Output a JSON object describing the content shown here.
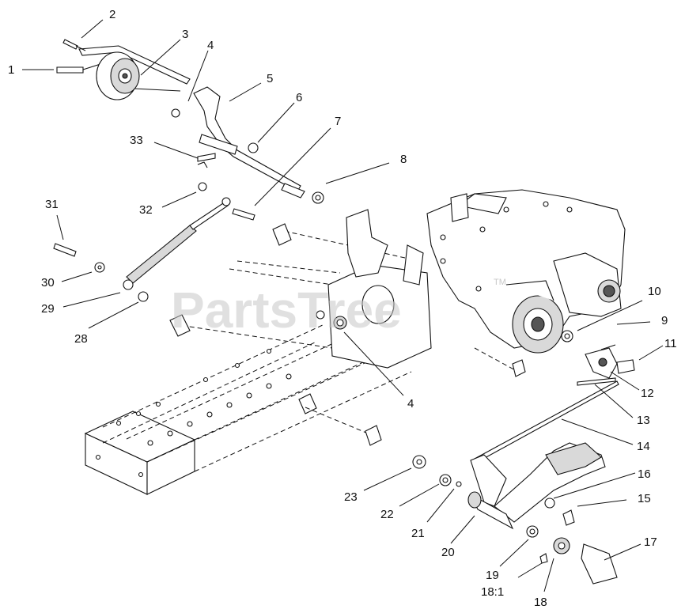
{
  "watermark": {
    "text": "PartsTree",
    "tm": "TM"
  },
  "callouts": [
    {
      "id": "c1",
      "text": "1"
    },
    {
      "id": "c2",
      "text": "2"
    },
    {
      "id": "c3",
      "text": "3"
    },
    {
      "id": "c4a",
      "text": "4"
    },
    {
      "id": "c5",
      "text": "5"
    },
    {
      "id": "c6",
      "text": "6"
    },
    {
      "id": "c7",
      "text": "7"
    },
    {
      "id": "c8",
      "text": "8"
    },
    {
      "id": "c9",
      "text": "9"
    },
    {
      "id": "c10",
      "text": "10"
    },
    {
      "id": "c11",
      "text": "11"
    },
    {
      "id": "c12",
      "text": "12"
    },
    {
      "id": "c13",
      "text": "13"
    },
    {
      "id": "c14",
      "text": "14"
    },
    {
      "id": "c15",
      "text": "15"
    },
    {
      "id": "c16",
      "text": "16"
    },
    {
      "id": "c17",
      "text": "17"
    },
    {
      "id": "c18",
      "text": "18"
    },
    {
      "id": "c181",
      "text": "18:1"
    },
    {
      "id": "c19",
      "text": "19"
    },
    {
      "id": "c20",
      "text": "20"
    },
    {
      "id": "c21",
      "text": "21"
    },
    {
      "id": "c22",
      "text": "22"
    },
    {
      "id": "c23",
      "text": "23"
    },
    {
      "id": "c4b",
      "text": "4"
    },
    {
      "id": "c28",
      "text": "28"
    },
    {
      "id": "c29",
      "text": "29"
    },
    {
      "id": "c30",
      "text": "30"
    },
    {
      "id": "c31",
      "text": "31"
    },
    {
      "id": "c32",
      "text": "32"
    },
    {
      "id": "c33",
      "text": "33"
    }
  ]
}
